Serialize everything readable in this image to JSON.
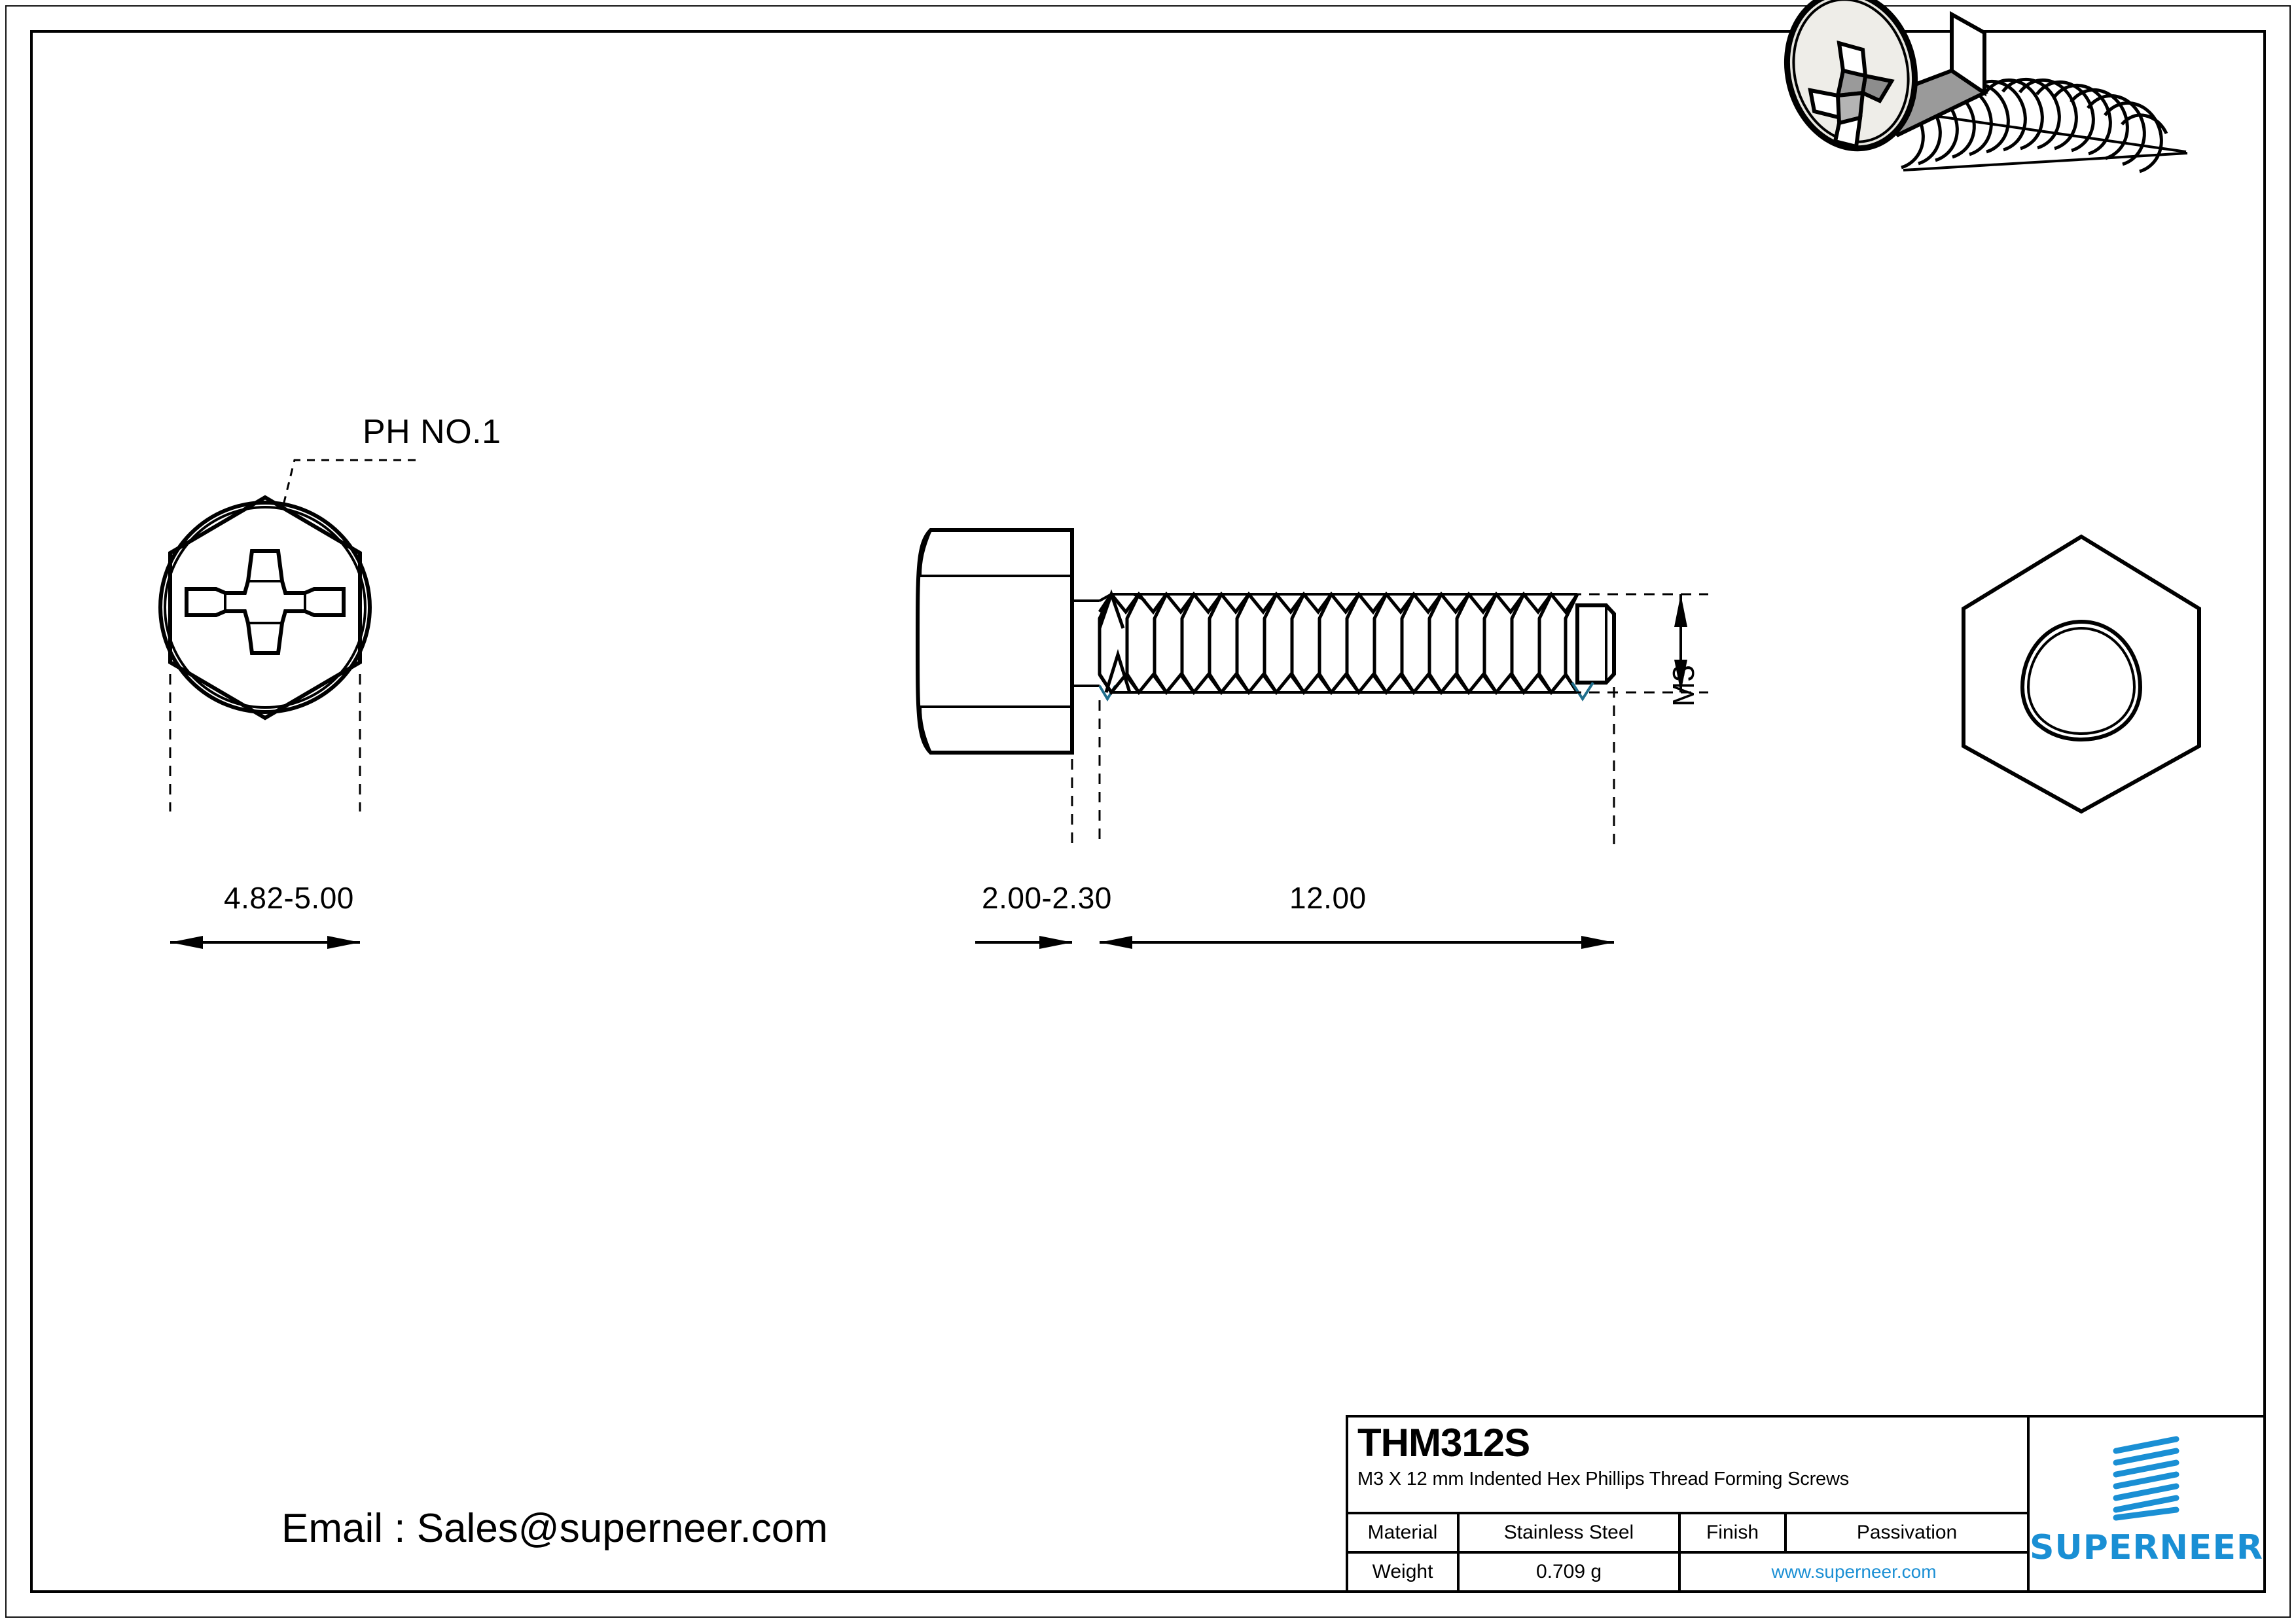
{
  "drawing": {
    "annotations": {
      "recess_callout": "PH NO.1",
      "head_across_flats": "4.82-5.00",
      "head_height": "2.00-2.30",
      "thread_length": "12.00",
      "thread_size": "M3"
    },
    "views": {
      "top_view_name": "hex-head-phillips-top-view",
      "side_view_name": "screw-side-view",
      "bottom_view_name": "hex-trilobular-bottom-view",
      "iso_view_name": "screw-isometric-view"
    }
  },
  "contact": {
    "email_line": "Email : Sales@superneer.com"
  },
  "title_block": {
    "part_number": "THM312S",
    "description": "M3 X 12 mm Indented Hex Phillips Thread Forming Screws",
    "material_label": "Material",
    "material_value": "Stainless Steel",
    "finish_label": "Finish",
    "finish_value": "Passivation",
    "weight_label": "Weight",
    "weight_value": "0.709 g",
    "website": "www.superneer.com",
    "brand": "SUPERNEER"
  },
  "colors": {
    "brand_blue": "#1a8fd4",
    "line_black": "#000000",
    "thread_accent": "#1f6e8c"
  }
}
